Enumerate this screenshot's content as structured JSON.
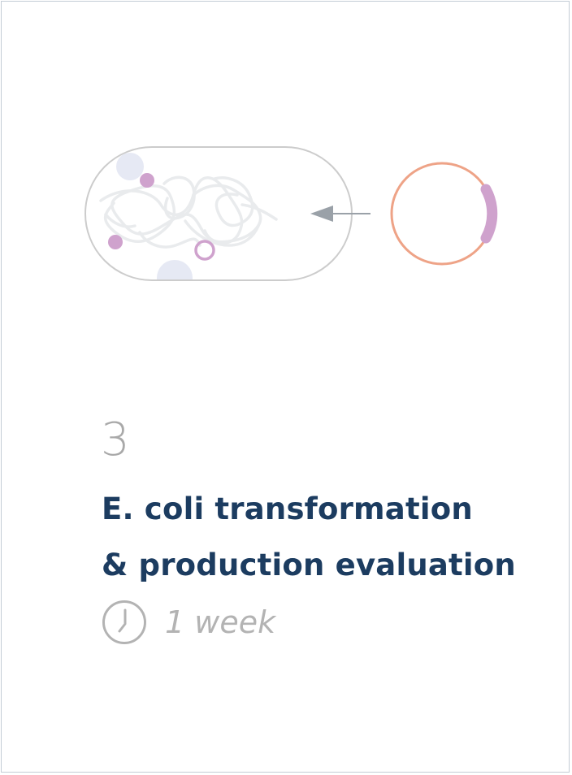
{
  "step": {
    "number": "3",
    "title_line1": "E. coli transformation",
    "title_line2": "& production evaluation",
    "duration": "1 week"
  },
  "icons": {
    "duration": "clock-icon"
  },
  "colors": {
    "title": "#1c3c60",
    "muted": "#a9a9a9",
    "plasmid": "#eea387",
    "insert": "#cfa2cd",
    "cell_outline": "#cccccc",
    "dna": "#e9ebed",
    "ribosome": "#e6e9f4",
    "arrow": "#9aa1a8"
  }
}
